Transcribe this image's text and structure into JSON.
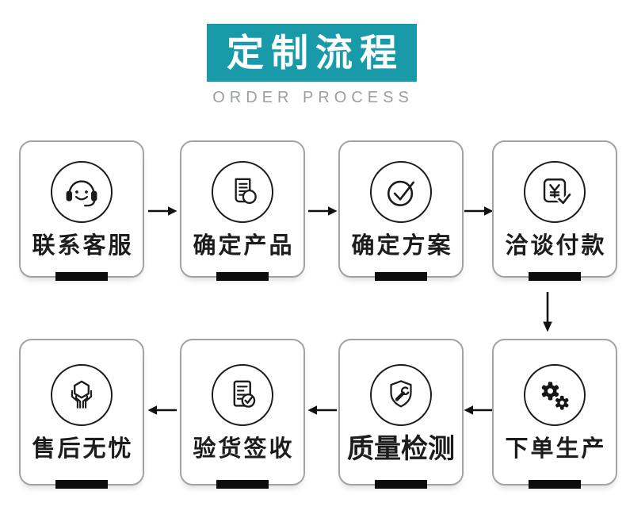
{
  "header": {
    "title": "定制流程",
    "subtitle": "ORDER PROCESS"
  },
  "colors": {
    "banner_background": "#189AA8",
    "banner_text": "#FFFFFF",
    "subtitle_text": "#9B9FA1",
    "card_border": "#A3A3A3",
    "label_ink": "#1C1C1C",
    "icon_ink": "#1B1B1B",
    "bottom_bar": "#0C0C0C"
  },
  "steps": [
    {
      "id": "contact-service",
      "label": "联系客服",
      "icon": "headset-icon"
    },
    {
      "id": "confirm-product",
      "label": "确定产品",
      "icon": "document-search-icon"
    },
    {
      "id": "confirm-plan",
      "label": "确定方案",
      "icon": "check-circle-icon"
    },
    {
      "id": "negotiate-payment",
      "label": "洽谈付款",
      "icon": "payment-icon"
    },
    {
      "id": "place-order-production",
      "label": "下单生产",
      "icon": "gears-icon"
    },
    {
      "id": "quality-inspection",
      "label": "质量检测",
      "icon": "shield-wrench-icon"
    },
    {
      "id": "goods-inspection-sign",
      "label": "验货签收",
      "icon": "checklist-icon"
    },
    {
      "id": "after-sales-worry-free",
      "label": "售后无忧",
      "icon": "hands-hexagon-icon"
    }
  ],
  "flow": {
    "row1_direction": "left-to-right",
    "row_connector": "down",
    "row2_direction": "right-to-left"
  }
}
